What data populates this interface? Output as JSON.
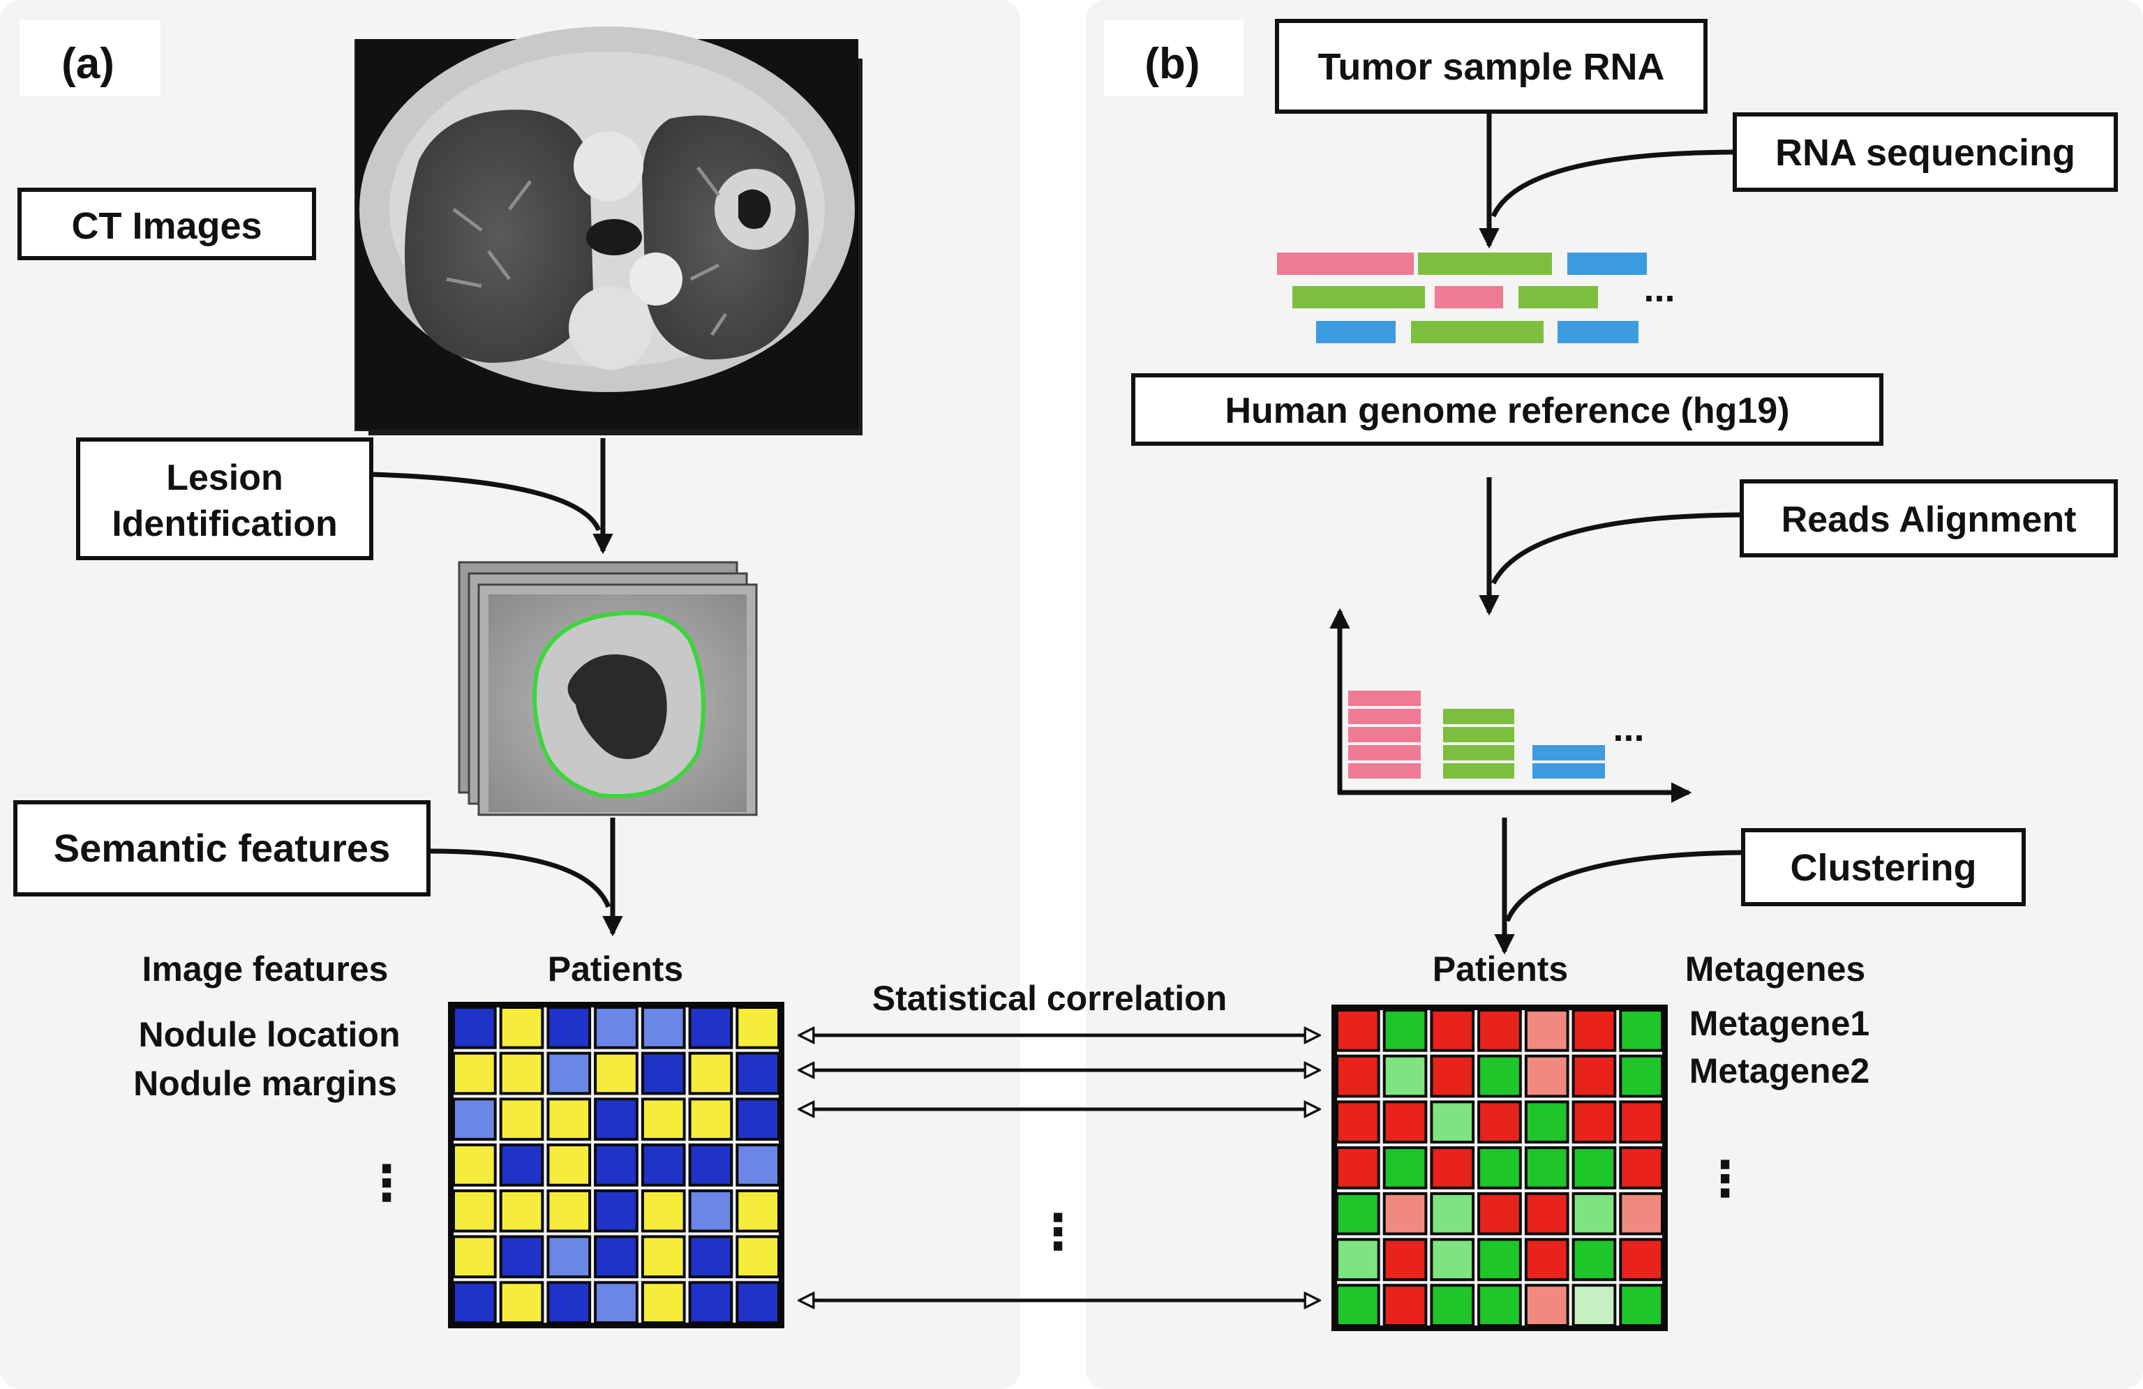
{
  "panel_a": {
    "tag": "(a)",
    "ct_images": "CT Images",
    "lesion_line1": "Lesion",
    "lesion_line2": "Identification",
    "semantic": "Semantic features",
    "image_features_header": "Image features",
    "patients_header": "Patients",
    "features": [
      "Nodule location",
      "Nodule margins"
    ],
    "ellipsis": "⋮"
  },
  "panel_b": {
    "tag": "(b)",
    "tumor": "Tumor sample RNA",
    "rnaseq": "RNA sequencing",
    "hg19": "Human genome reference (hg19)",
    "reads": "Reads Alignment",
    "clustering": "Clustering",
    "patients_header": "Patients",
    "metagenes_header": "Metagenes",
    "metagenes": [
      "Metagene1",
      "Metagene2"
    ],
    "ellipsis": "⋮",
    "dots": "..."
  },
  "center": {
    "stat": "Statistical correlation",
    "ellipsis": "⋮"
  },
  "colors": {
    "read_pink": "#ee7b93",
    "read_green": "#7cbf3f",
    "read_blue": "#3d9be0",
    "blue_dark": "#1f33c9",
    "blue_light": "#6a86e6",
    "yellow": "#f6ec3c",
    "red": "#e8231c",
    "red_light": "#f08a7e",
    "green": "#1fc62a",
    "green_light": "#7ee480",
    "green_pale": "#c7f0c2"
  },
  "matrix_a": [
    [
      "B",
      "Y",
      "B",
      "L",
      "L",
      "B",
      "Y"
    ],
    [
      "Y",
      "Y",
      "L",
      "Y",
      "B",
      "Y",
      "B"
    ],
    [
      "L",
      "Y",
      "Y",
      "B",
      "Y",
      "Y",
      "B"
    ],
    [
      "Y",
      "B",
      "Y",
      "B",
      "B",
      "B",
      "L"
    ],
    [
      "Y",
      "Y",
      "Y",
      "B",
      "Y",
      "L",
      "Y"
    ],
    [
      "Y",
      "B",
      "L",
      "B",
      "Y",
      "B",
      "Y"
    ],
    [
      "B",
      "Y",
      "B",
      "L",
      "Y",
      "B",
      "B"
    ]
  ],
  "matrix_b": [
    [
      "R",
      "G",
      "R",
      "R",
      "r",
      "R",
      "G"
    ],
    [
      "R",
      "g",
      "R",
      "G",
      "r",
      "R",
      "G"
    ],
    [
      "R",
      "R",
      "g",
      "R",
      "G",
      "R",
      "R"
    ],
    [
      "R",
      "G",
      "R",
      "G",
      "G",
      "G",
      "R"
    ],
    [
      "G",
      "r",
      "g",
      "R",
      "R",
      "g",
      "r"
    ],
    [
      "g",
      "R",
      "g",
      "G",
      "R",
      "G",
      "R"
    ],
    [
      "G",
      "R",
      "G",
      "G",
      "r",
      "p",
      "G"
    ]
  ]
}
